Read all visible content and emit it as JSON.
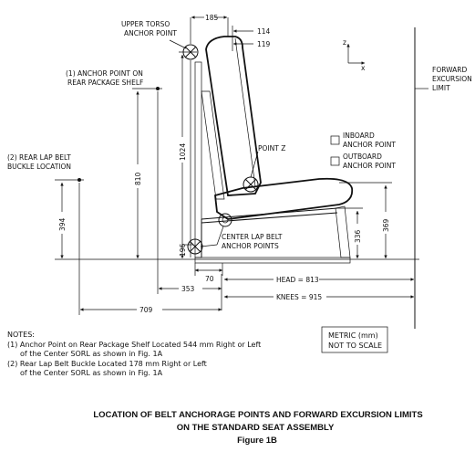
{
  "labels": {
    "upper_torso": [
      "UPPER TORSO",
      "ANCHOR POINT"
    ],
    "rear_shelf": [
      "(1) ANCHOR POINT ON",
      "REAR PACKAGE SHELF"
    ],
    "rear_lap": [
      "(2) REAR LAP BELT",
      "BUCKLE LOCATION"
    ],
    "point_z": "POINT Z",
    "center_lap": [
      "CENTER LAP BELT",
      "ANCHOR POINTS"
    ],
    "forward_excursion": [
      "FORWARD",
      "EXCURSION",
      "LIMIT"
    ],
    "legend_inboard": [
      "INBOARD",
      "ANCHOR POINT"
    ],
    "legend_outboard": [
      "OUTBOARD",
      "ANCHOR POINT"
    ],
    "axis_z": "z",
    "axis_x": "x"
  },
  "dimensions": {
    "d185": "185",
    "d114": "114",
    "d119": "119",
    "d1024": "1024",
    "d810": "810",
    "d394": "394",
    "d196": "196",
    "d70": "70",
    "d353": "353",
    "d709": "709",
    "d336": "336",
    "d369": "369",
    "head": "HEAD = 813",
    "knees": "KNEES = 915"
  },
  "notes": {
    "heading": "NOTES:",
    "n1a": "(1) Anchor Point on Rear Package Shelf Located 544 mm Right or Left",
    "n1b": "of the Center SORL as shown in Fig. 1A",
    "n2a": "(2) Rear Lap Belt Buckle Located 178 mm Right or Left",
    "n2b": "of the Center SORL as shown in Fig. 1A"
  },
  "metric_box": [
    "METRIC (mm)",
    "NOT TO SCALE"
  ],
  "caption": {
    "line1": "LOCATION OF BELT ANCHORAGE POINTS AND FORWARD EXCURSION LIMITS",
    "line2": "ON THE STANDARD SEAT ASSEMBLY",
    "line3": "Figure 1B"
  }
}
